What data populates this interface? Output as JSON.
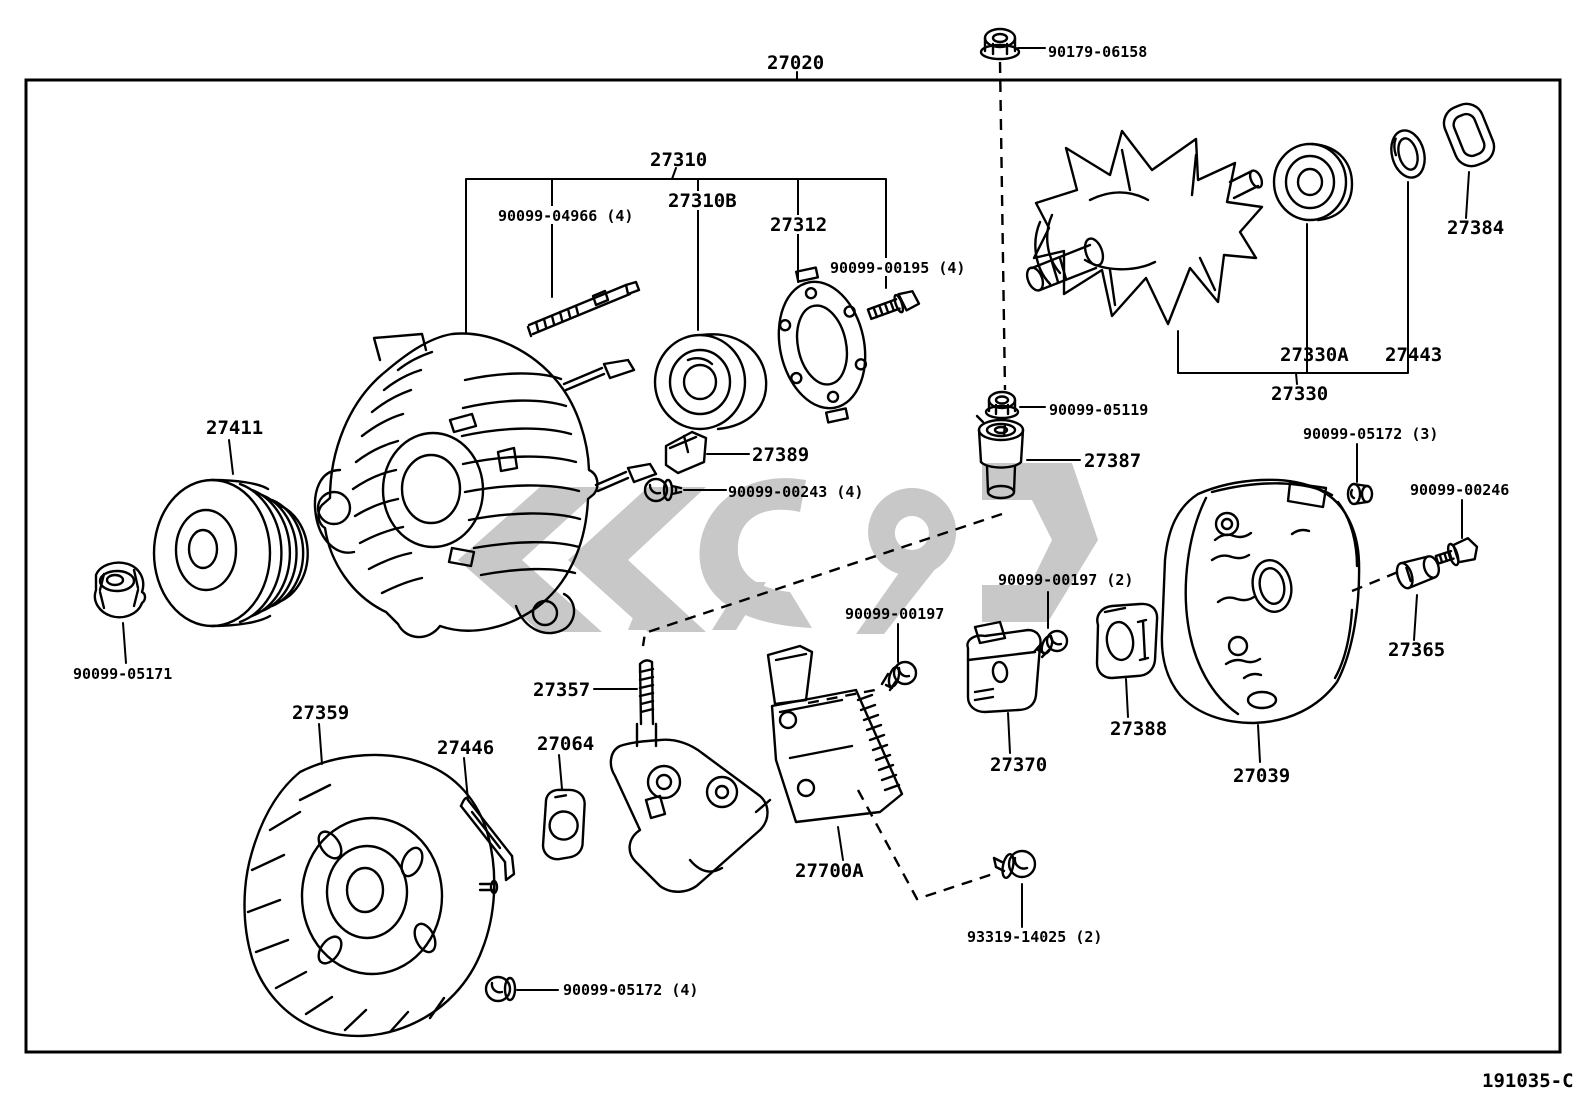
{
  "footer_code": "191035-C",
  "watermark": {
    "name": "gray-logo-watermark",
    "color": "#c8c8c8"
  },
  "line_color": "#000000",
  "labels": [
    {
      "part": "27020",
      "text": "27020"
    },
    {
      "part": "90179-06158",
      "text": "90179-06158"
    },
    {
      "part": "27310",
      "text": "27310"
    },
    {
      "part": "27310B",
      "text": "27310B"
    },
    {
      "part": "90099-04966",
      "text": "90099-04966 (4)"
    },
    {
      "part": "27312",
      "text": "27312"
    },
    {
      "part": "90099-00195",
      "text": "90099-00195 (4)"
    },
    {
      "part": "27330A",
      "text": "27330A"
    },
    {
      "part": "27443",
      "text": "27443"
    },
    {
      "part": "27330",
      "text": "27330"
    },
    {
      "part": "27384",
      "text": "27384"
    },
    {
      "part": "90099-05119",
      "text": "90099-05119"
    },
    {
      "part": "27411",
      "text": "27411"
    },
    {
      "part": "90099-05171",
      "text": "90099-05171"
    },
    {
      "part": "27389",
      "text": "27389"
    },
    {
      "part": "90099-00243",
      "text": "90099-00243 (4)"
    },
    {
      "part": "27387",
      "text": "27387"
    },
    {
      "part": "90099-05172-3",
      "text": "90099-05172 (3)"
    },
    {
      "part": "90099-00246",
      "text": "90099-00246"
    },
    {
      "part": "27365",
      "text": "27365"
    },
    {
      "part": "90099-00197",
      "text": "90099-00197"
    },
    {
      "part": "90099-00197-2",
      "text": "90099-00197 (2)"
    },
    {
      "part": "27357",
      "text": "27357"
    },
    {
      "part": "27359",
      "text": "27359"
    },
    {
      "part": "27446",
      "text": "27446"
    },
    {
      "part": "27064",
      "text": "27064"
    },
    {
      "part": "27700A",
      "text": "27700A"
    },
    {
      "part": "27370",
      "text": "27370"
    },
    {
      "part": "27388",
      "text": "27388"
    },
    {
      "part": "27039",
      "text": "27039"
    },
    {
      "part": "93319-14025",
      "text": "93319-14025 (2)"
    },
    {
      "part": "90099-05172-4",
      "text": "90099-05172 (4)"
    },
    {
      "part": "code",
      "text": "191035-C"
    }
  ]
}
